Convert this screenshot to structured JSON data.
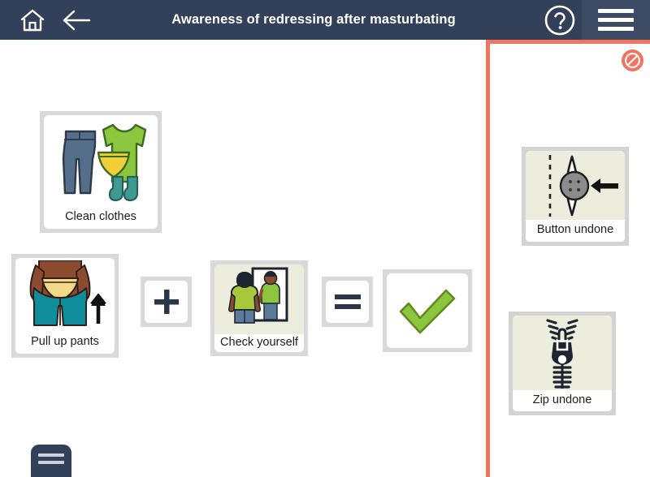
{
  "header": {
    "title": "Awareness of redressing after masturbating",
    "home_icon": "home-icon",
    "back_icon": "back-arrow-icon",
    "help_icon": "help-question-icon",
    "menu_icon": "hamburger-menu-icon",
    "background_color": "#33405a",
    "menu_panel_color": "#3d4a63"
  },
  "work_area": {
    "cards": [
      {
        "id": "clean-clothes",
        "label": "Clean clothes"
      },
      {
        "id": "pull-up-pants",
        "label": "Pull up pants"
      },
      {
        "id": "check-yourself",
        "label": "Check yourself"
      }
    ],
    "operators": [
      {
        "id": "plus",
        "symbol": "+",
        "name": "plus-operator"
      },
      {
        "id": "equals",
        "symbol": "=",
        "name": "equals-operator"
      },
      {
        "id": "tick",
        "symbol": "✓",
        "name": "checkmark-result"
      }
    ],
    "result_color": "#8cc63e"
  },
  "right_panel": {
    "border_color": "#f2735f",
    "badge": {
      "name": "no-entry-icon",
      "color": "#f2735f"
    },
    "cards": [
      {
        "id": "button-undone",
        "label": "Button undone"
      },
      {
        "id": "zip-undone",
        "label": "Zip undone"
      }
    ]
  },
  "drawer": {
    "name": "bottom-drawer-tab",
    "color": "#33405a"
  }
}
